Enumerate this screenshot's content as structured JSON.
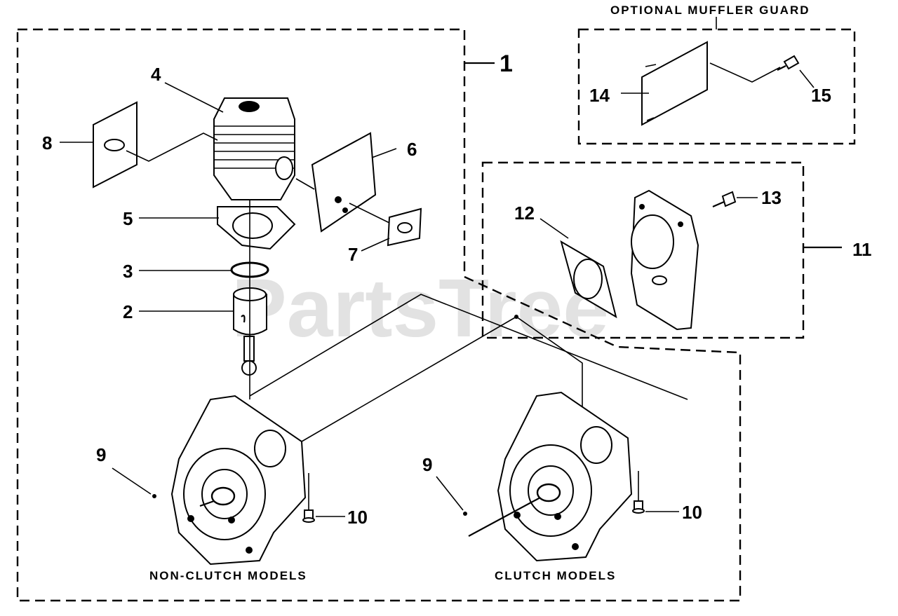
{
  "watermark": "PartsTree",
  "captions": {
    "optional_muffler_guard": "OPTIONAL MUFFLER GUARD",
    "non_clutch_models": "NON-CLUTCH MODELS",
    "clutch_models": "CLUTCH MODELS"
  },
  "callouts": {
    "c1": "1",
    "c2": "2",
    "c3": "3",
    "c4": "4",
    "c5": "5",
    "c6": "6",
    "c7": "7",
    "c8": "8",
    "c9a": "9",
    "c9b": "9",
    "c10a": "10",
    "c10b": "10",
    "c11": "11",
    "c12": "12",
    "c13": "13",
    "c14": "14",
    "c15": "15"
  }
}
